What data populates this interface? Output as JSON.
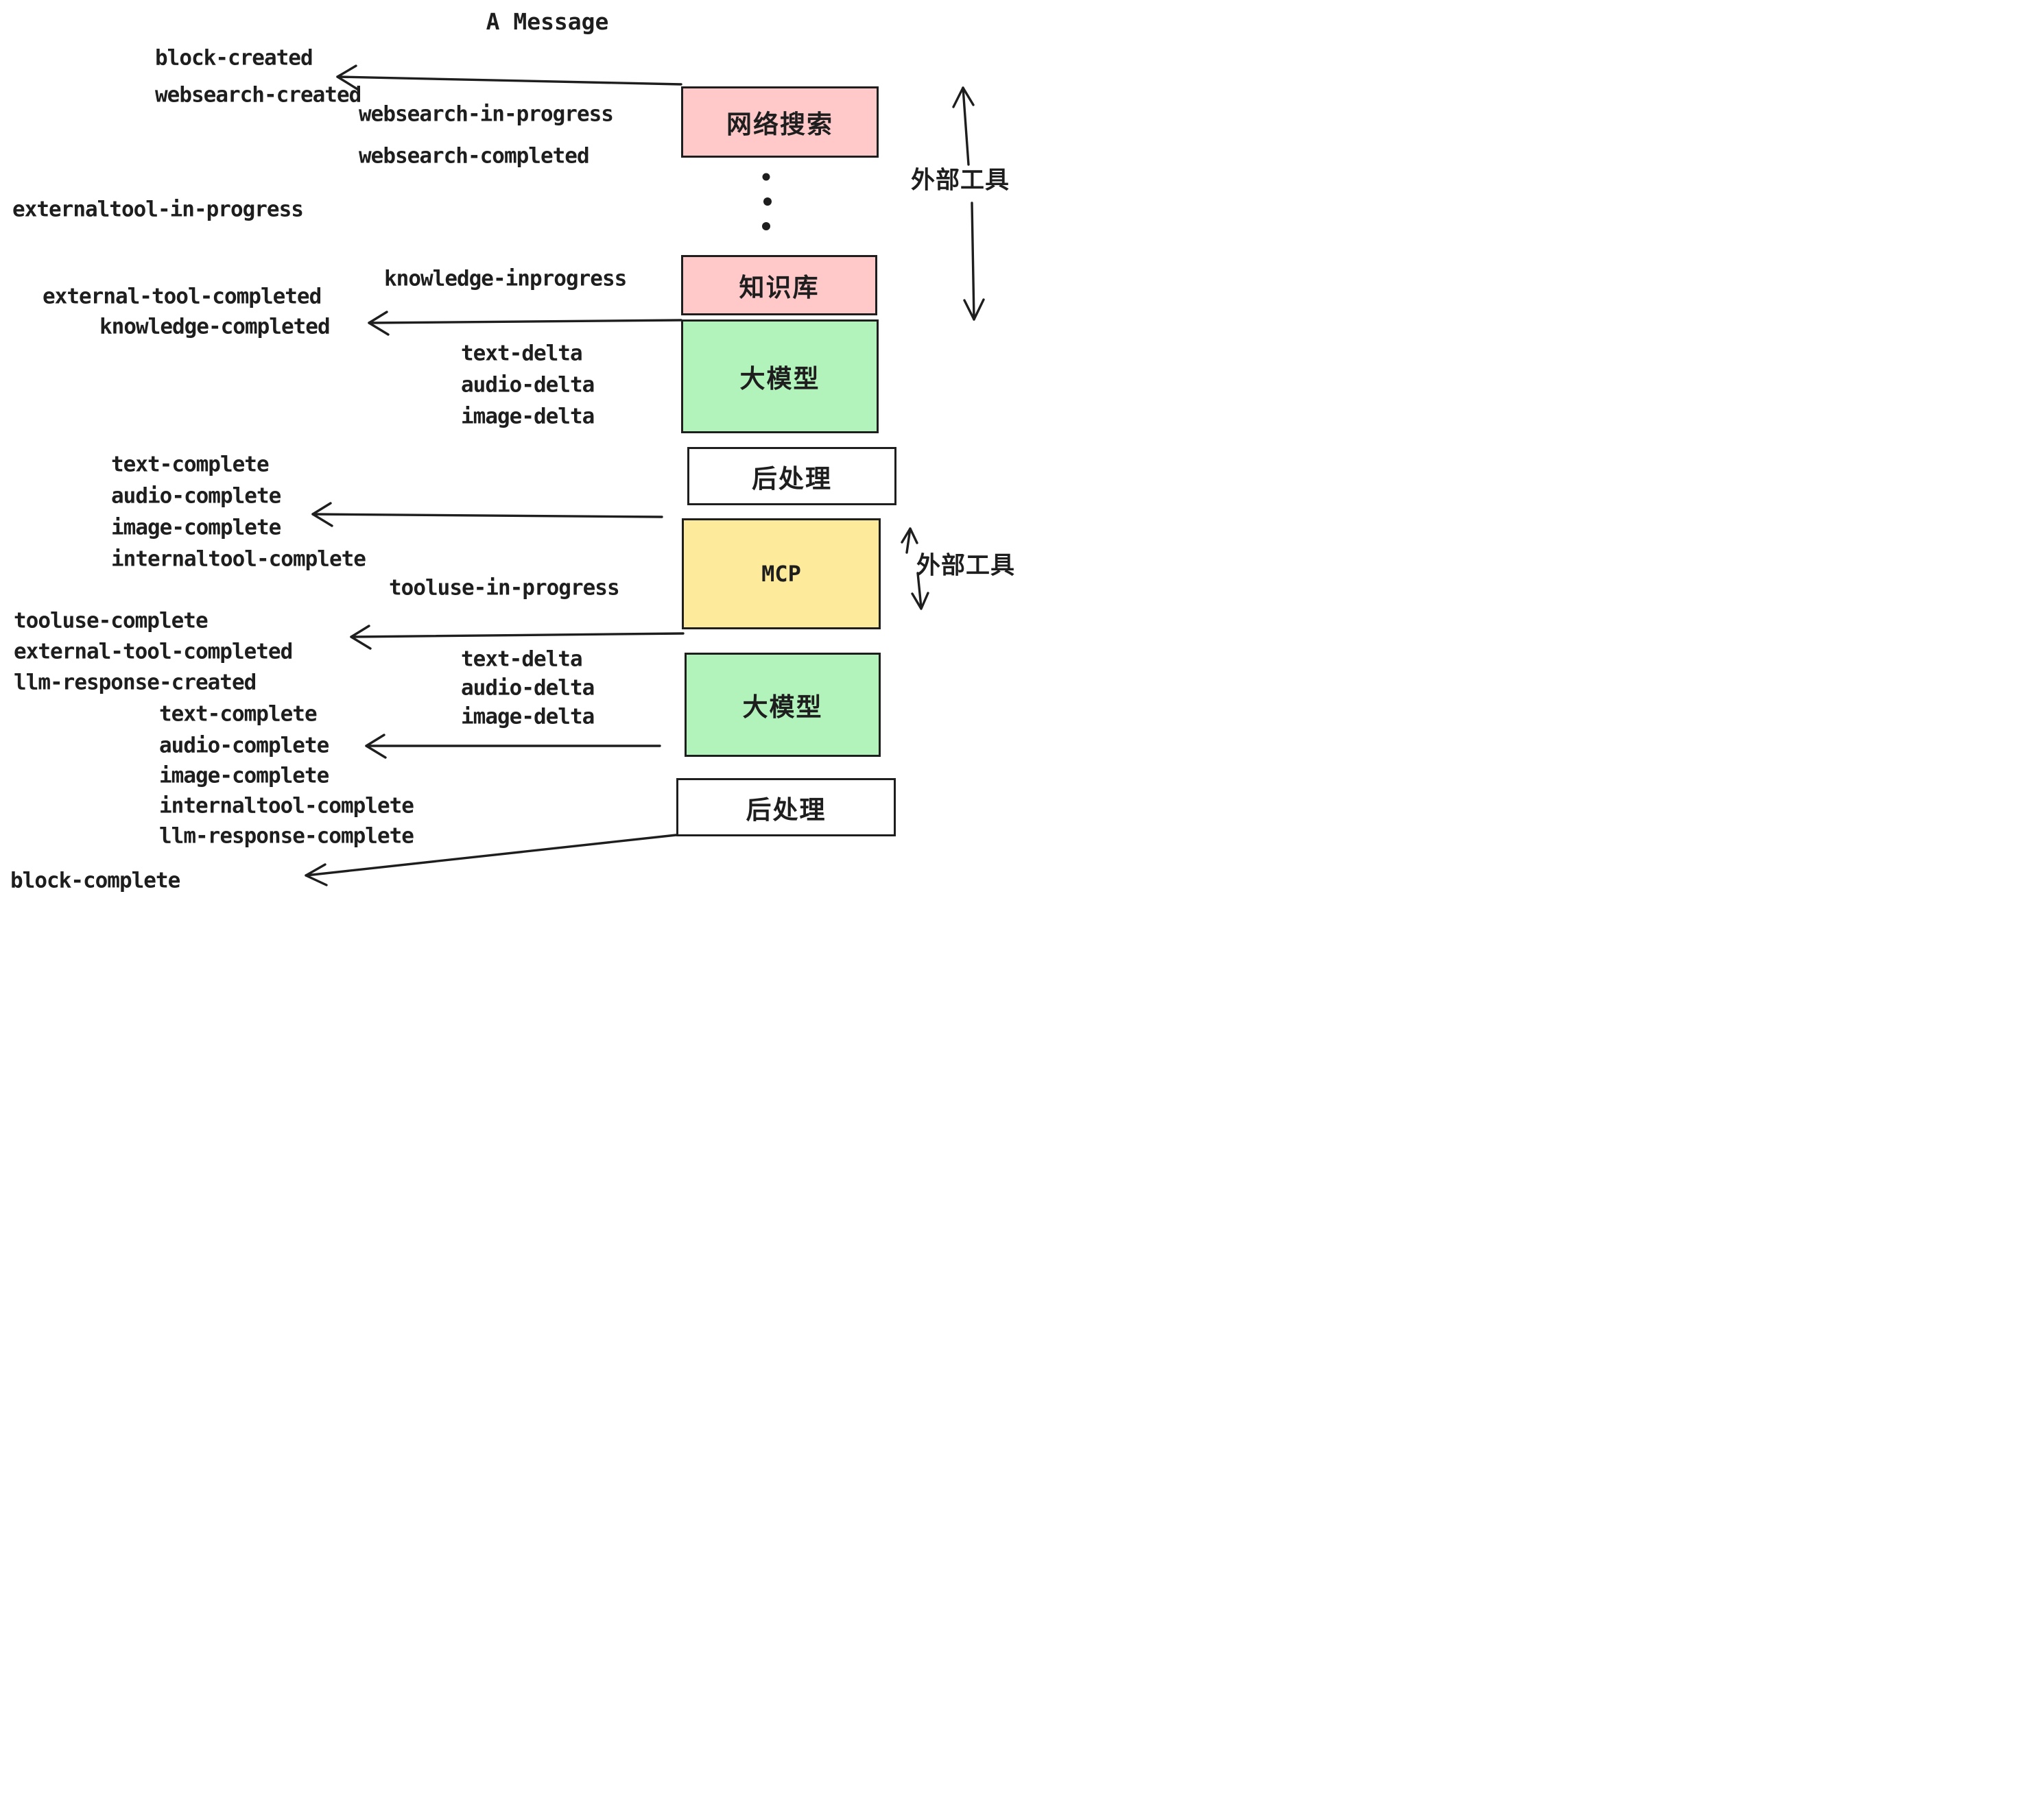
{
  "title": "A Message",
  "events": {
    "block_created": "block-created",
    "websearch_created": "websearch-created",
    "websearch_in_progress": "websearch-in-progress",
    "websearch_completed": "websearch-completed",
    "externaltool_in_progress": "externaltool-in-progress",
    "knowledge_inprogress": "knowledge-inprogress",
    "external_tool_completed": "external-tool-completed",
    "knowledge_completed": "knowledge-completed",
    "text_delta": "text-delta",
    "audio_delta": "audio-delta",
    "image_delta": "image-delta",
    "text_complete": "text-complete",
    "audio_complete": "audio-complete",
    "image_complete": "image-complete",
    "internaltool_complete": "internaltool-complete",
    "tooluse_in_progress": "tooluse-in-progress",
    "tooluse_complete": "tooluse-complete",
    "llm_response_created": "llm-response-created",
    "llm_response_complete": "llm-response-complete",
    "block_complete": "block-complete"
  },
  "boxes": {
    "websearch": {
      "label": "网络搜索",
      "fill": "#ffc9c9"
    },
    "knowledge": {
      "label": "知识库",
      "fill": "#ffc9c9"
    },
    "llm1": {
      "label": "大模型",
      "fill": "#b2f2bb"
    },
    "post1": {
      "label": "后处理",
      "fill": "#ffffff"
    },
    "mcp": {
      "label": "MCP",
      "fill": "#fdea9b"
    },
    "llm2": {
      "label": "大模型",
      "fill": "#b2f2bb"
    },
    "post2": {
      "label": "后处理",
      "fill": "#ffffff"
    }
  },
  "annotations": {
    "external_tools_top": "外部工具",
    "external_tools_mid": "外部工具"
  },
  "ellipsis": {
    "dot_count": 3
  },
  "colors": {
    "stroke": "#1e1e1e",
    "pink": "#ffc9c9",
    "green": "#b2f2bb",
    "yellow": "#fdea9b",
    "background": "#ffffff"
  }
}
